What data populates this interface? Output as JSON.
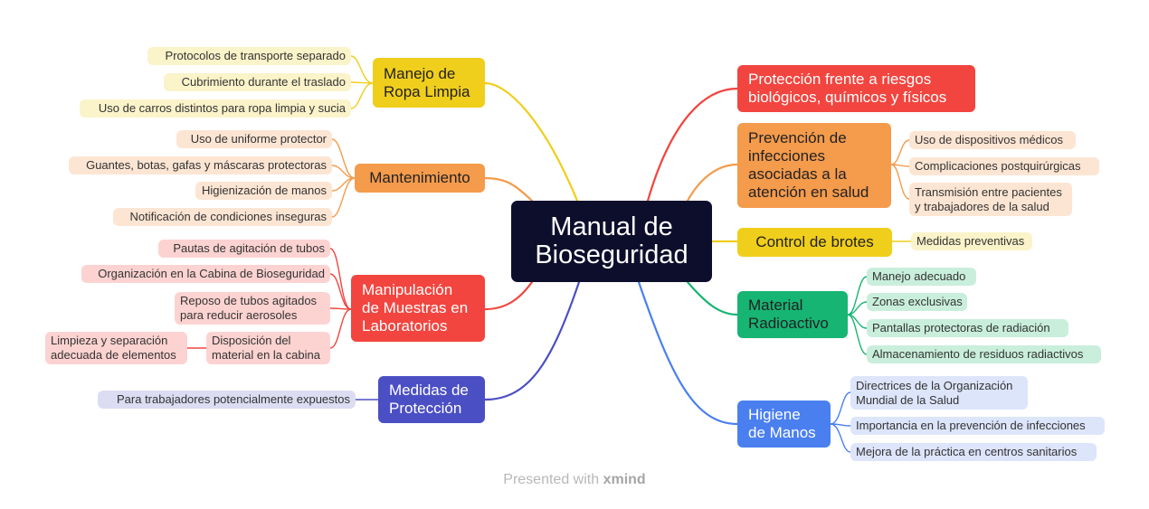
{
  "center": {
    "line1": "Manual de",
    "line2": "Bioseguridad"
  },
  "left_branches": {
    "ropa": {
      "line1": "Manejo de",
      "line2": "Ropa Limpia",
      "color": "#f0ce1c",
      "items": [
        "Protocolos de transporte separado",
        "Cubrimiento durante el traslado",
        "Uso de carros distintos para ropa limpia y sucia"
      ]
    },
    "mantenimiento": {
      "label": "Mantenimiento",
      "color": "#f49b4c",
      "items": [
        "Uso de uniforme protector",
        "Guantes, botas, gafas y máscaras protectoras",
        "Higienización de manos",
        "Notificación de condiciones inseguras"
      ]
    },
    "muestras": {
      "line1": "Manipulación",
      "line2": "de Muestras en",
      "line3": "Laboratorios",
      "color": "#f2453f",
      "items": {
        "pautas": "Pautas de agitación de tubos",
        "cabina": "Organización en la Cabina de Bioseguridad",
        "reposo1": "Reposo de tubos agitados",
        "reposo2": "para reducir aerosoles",
        "disp1": "Disposición del",
        "disp2": "material en la cabina",
        "limp1": "Limpieza y separación",
        "limp2": "adecuada de elementos"
      }
    },
    "medidas": {
      "line1": "Medidas de",
      "line2": "Protección",
      "color": "#4b4fc4",
      "items": [
        "Para trabajadores potencialmente expuestos"
      ]
    }
  },
  "right_branches": {
    "riesgos": {
      "line1": "Protección frente a riesgos",
      "line2": "biológicos, químicos y físicos",
      "color": "#f2453f"
    },
    "infecciones": {
      "line1": "Prevención de",
      "line2": "infecciones",
      "line3": "asociadas a la",
      "line4": "atención en salud",
      "color": "#f49b4c",
      "items": {
        "a": "Uso de dispositivos médicos",
        "b": "Complicaciones postquirúrgicas",
        "c1": "Transmisión entre pacientes",
        "c2": "y trabajadores de la salud"
      }
    },
    "brotes": {
      "label": "Control de brotes",
      "color": "#f0ce1c",
      "items": [
        "Medidas preventivas"
      ]
    },
    "radioactivo": {
      "line1": "Material",
      "line2": "Radioactivo",
      "color": "#16b573",
      "items": [
        "Manejo adecuado",
        "Zonas exclusivas",
        "Pantallas protectoras de radiación",
        "Almacenamiento de residuos radiactivos"
      ]
    },
    "higiene": {
      "line1": "Higiene",
      "line2": "de Manos",
      "color": "#4a7ff0",
      "items": {
        "a1": "Directrices de la Organización",
        "a2": "Mundial de la Salud",
        "b": "Importancia en la prevención de infecciones",
        "c": "Mejora de la práctica en centros sanitarios"
      }
    }
  },
  "footer": {
    "prefix": "Presented with",
    "brand": "xmind"
  }
}
